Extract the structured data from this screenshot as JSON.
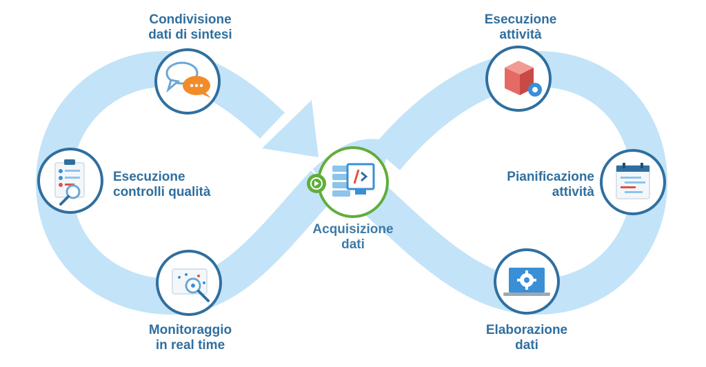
{
  "nodes": {
    "condivisione": {
      "line1": "Condivisione",
      "line2": "dati di sintesi"
    },
    "controlli": {
      "line1": "Esecuzione",
      "line2": "controlli qualità"
    },
    "monitoraggio": {
      "line1": "Monitoraggio",
      "line2": "in real time"
    },
    "acquisizione": {
      "line1": "Acquisizione",
      "line2": "dati"
    },
    "esecuzione": {
      "line1": "Esecuzione",
      "line2": "attività"
    },
    "pianificazione": {
      "line1": "Pianificazione",
      "line2": "attività"
    },
    "elaborazione": {
      "line1": "Elaborazione",
      "line2": "dati"
    }
  },
  "colors": {
    "loop": "#c3e3f8",
    "ring": "#2f6f9f",
    "center_ring": "#5fae3a",
    "text": "#2f6f9f"
  }
}
